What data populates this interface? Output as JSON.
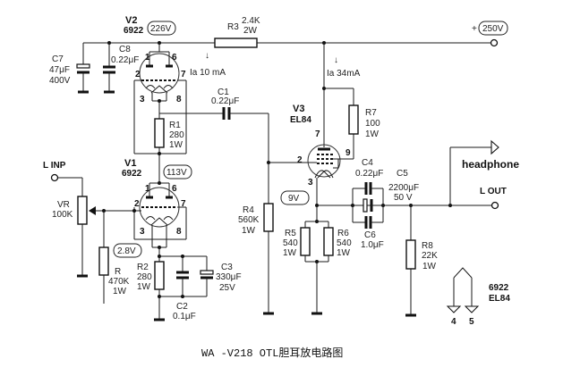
{
  "title": "WA -V218  OTL胆耳放电路图",
  "supply": {
    "label": "+",
    "voltage": "250V"
  },
  "tubes": {
    "V1": {
      "name": "V1",
      "type": "6922",
      "voltage": "113V"
    },
    "V2": {
      "name": "V2",
      "type": "6922",
      "voltage": "226V",
      "current": "Ia 10 mA"
    },
    "V3": {
      "name": "V3",
      "type": "EL84",
      "current": "Ia 34mA",
      "cathode_voltage": "9V"
    }
  },
  "pins": {
    "p1": "1",
    "p2": "2",
    "p3": "3",
    "p6": "6",
    "p7": "7",
    "p8": "8",
    "p9": "9",
    "p4": "4",
    "p5": "5"
  },
  "components": {
    "R3": {
      "name": "R3",
      "value": "2.4K",
      "rating": "2W"
    },
    "C7": {
      "name": "C7",
      "value": "47μF",
      "rating": "400V"
    },
    "C8": {
      "name": "C8",
      "value": "0.22μF"
    },
    "C1": {
      "name": "C1",
      "value": "0.22μF"
    },
    "R1": {
      "name": "R1",
      "value": "280",
      "rating": "1W"
    },
    "R7": {
      "name": "R7",
      "value": "100",
      "rating": "1W"
    },
    "VR": {
      "name": "VR",
      "value": "100K"
    },
    "R": {
      "name": "R",
      "value": "470K",
      "rating": "1W"
    },
    "R2": {
      "name": "R2",
      "value": "280",
      "rating": "1W"
    },
    "C2": {
      "name": "C2",
      "value": "0.1μF"
    },
    "C3": {
      "name": "C3",
      "value": "330μF",
      "rating": "25V"
    },
    "R4": {
      "name": "R4",
      "value": "560K",
      "rating": "1W"
    },
    "R5": {
      "name": "R5",
      "value": "540",
      "rating": "1W"
    },
    "R6": {
      "name": "R6",
      "value": "540",
      "rating": "1W"
    },
    "C4": {
      "name": "C4",
      "value": "0.22μF"
    },
    "C5": {
      "name": "C5",
      "value": "2200μF",
      "rating": "50 V"
    },
    "C6": {
      "name": "C6",
      "value": "1.0μF"
    },
    "R8": {
      "name": "R8",
      "value": "22K",
      "rating": "1W"
    }
  },
  "bias_voltage": "2.8V",
  "io": {
    "input": "L INP",
    "output": "L OUT",
    "headphone": "headphone"
  },
  "heater": {
    "tube1": "6922",
    "tube2": "EL84"
  }
}
